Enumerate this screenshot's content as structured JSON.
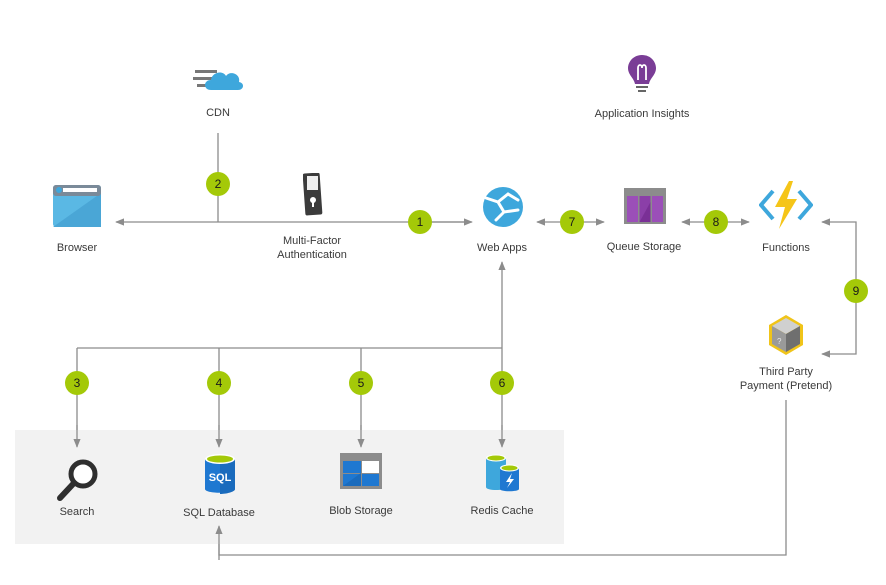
{
  "title": "Web app architecture diagram",
  "colors": {
    "connector": "#8c8c8c",
    "badge": "#a4c908",
    "zone_background": "#f2f2f2",
    "azure_blue": "#3ea7dc",
    "purple": "#7a3d96",
    "lightning": "#f5c518"
  },
  "nodes": {
    "cdn": {
      "label": "CDN",
      "icon": "cloud-icon"
    },
    "app_insights": {
      "label": "Application Insights",
      "icon": "lightbulb-icon"
    },
    "browser": {
      "label": "Browser",
      "icon": "browser-window-icon"
    },
    "mfa": {
      "label_line1": "Multi-Factor",
      "label_line2": "Authentication",
      "icon": "phone-lock-icon"
    },
    "web_apps": {
      "label": "Web Apps",
      "icon": "globe-icon"
    },
    "queue_storage": {
      "label": "Queue Storage",
      "icon": "queue-icon"
    },
    "functions": {
      "label": "Functions",
      "icon": "lightning-bracket-icon"
    },
    "third_party": {
      "label_line1": "Third Party",
      "label_line2": "Payment (Pretend)",
      "icon": "cube-question-icon"
    },
    "search": {
      "label": "Search",
      "icon": "magnifier-icon"
    },
    "sql_database": {
      "label": "SQL Database",
      "icon": "database-icon",
      "icon_text": "SQL"
    },
    "blob_storage": {
      "label": "Blob Storage",
      "icon": "blob-grid-icon"
    },
    "redis_cache": {
      "label": "Redis Cache",
      "icon": "cache-cylinders-icon"
    }
  },
  "steps": [
    "1",
    "2",
    "3",
    "4",
    "5",
    "6",
    "7",
    "8",
    "9"
  ]
}
